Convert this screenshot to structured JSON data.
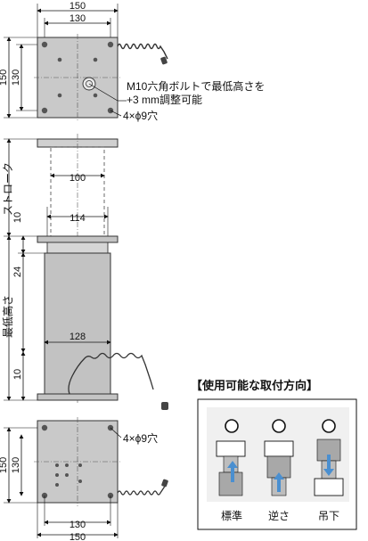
{
  "top_view": {
    "dim_outer": "150",
    "dim_inner": "130",
    "side_outer": "150",
    "side_inner": "130",
    "bolt_note_line1": "M10六角ボルトで最低高さを",
    "bolt_note_line2": "+3 mm調整可能",
    "hole_note": "4×ϕ9穴"
  },
  "side_view": {
    "dim_plate_inner": "100",
    "dim_sleeve": "114",
    "dim_column": "128",
    "dim_ring_top": "10",
    "dim_ring_mid": "24",
    "dim_bottom": "10",
    "label_stroke": "ストローク",
    "label_min_height": "最低高さ"
  },
  "bottom_view": {
    "hole_note": "4×ϕ9穴",
    "side_outer": "150",
    "side_inner": "130",
    "dim_inner": "130",
    "dim_outer": "150"
  },
  "orientation_box": {
    "title": "【使用可能な取付方向】",
    "items": [
      {
        "label": "標準"
      },
      {
        "label": "逆さ"
      },
      {
        "label": "吊下"
      }
    ],
    "colors": {
      "body": "#a8a8a8",
      "arrow": "#4a8fd0",
      "plate": "#ffffff"
    }
  }
}
